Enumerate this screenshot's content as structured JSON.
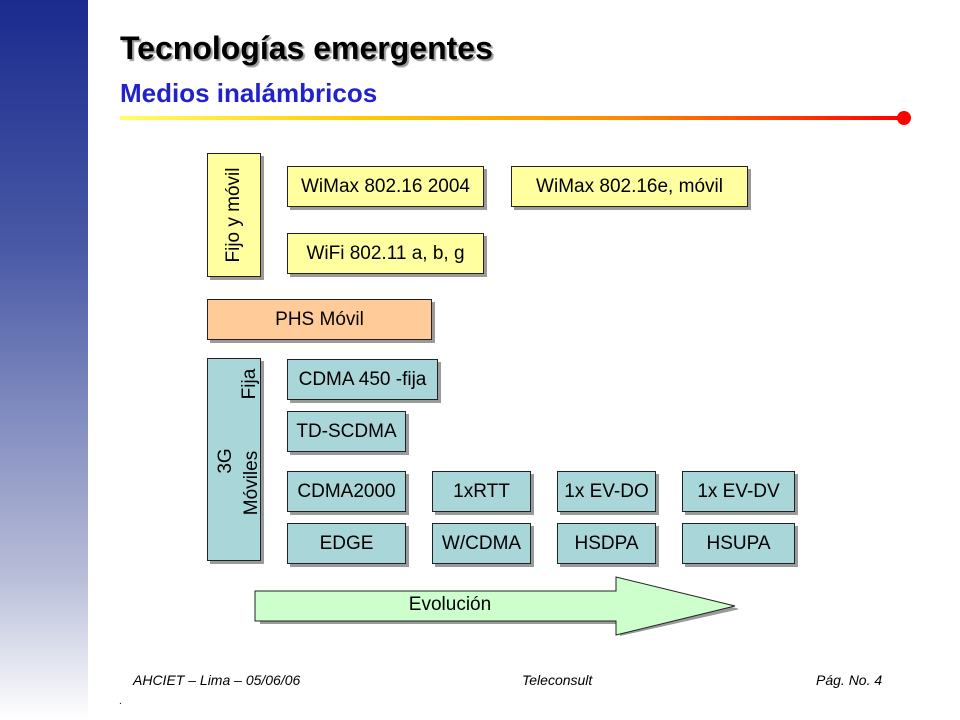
{
  "header": {
    "title": "Tecnologías emergentes",
    "subtitle": "Medios inalámbricos"
  },
  "diagram": {
    "groups": {
      "fijo_movil": "Fijo y móvil",
      "fija": "Fija",
      "g3": "3G",
      "moviles": "Móviles"
    },
    "boxes": {
      "wimax_2004": "WiMax 802.16 2004",
      "wimax_e": "WiMax 802.16e, móvil",
      "wifi": "WiFi 802.11 a, b, g",
      "phs": "PHS Móvil",
      "cdma450": "CDMA 450 -fija",
      "tdscdma": "TD-SCDMA",
      "cdma2000": "CDMA2000",
      "rtt": "1xRTT",
      "evdo": "1x EV-DO",
      "evdv": "1x EV-DV",
      "edge": "EDGE",
      "wcdma": "W/CDMA",
      "hsdpa": "HSDPA",
      "hsupa": "HSUPA"
    },
    "arrow_label": "Evolución"
  },
  "footer": {
    "left": "AHCIET  – Lima – 05/06/06",
    "center": "Teleconsult",
    "right": "Pág. No. 4",
    "dot": "."
  },
  "colors": {
    "sidebar": "#1a2a8e",
    "subtitle": "#2222cc",
    "yellow_box": "#ffffa0",
    "orange_box": "#ffcc99",
    "cyan_box": "#a9d6d8",
    "arrow": "#ccffcc",
    "rule_end": "#ff0000"
  }
}
